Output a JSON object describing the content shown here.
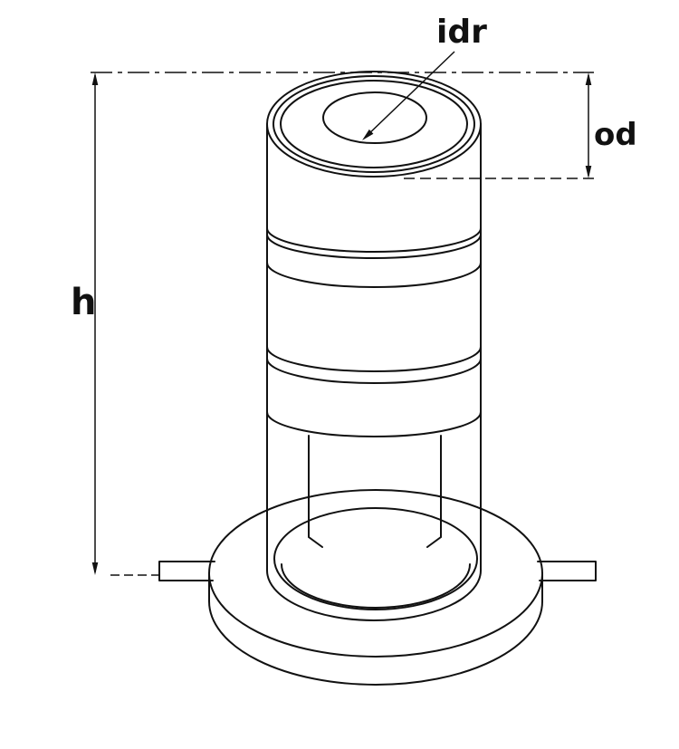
{
  "drawing": {
    "type": "technical-drawing",
    "labels": {
      "height": "h",
      "outer_diameter": "od",
      "inner_diameter": "idr"
    },
    "colors": {
      "line": "#111111",
      "background": "#ffffff"
    }
  }
}
